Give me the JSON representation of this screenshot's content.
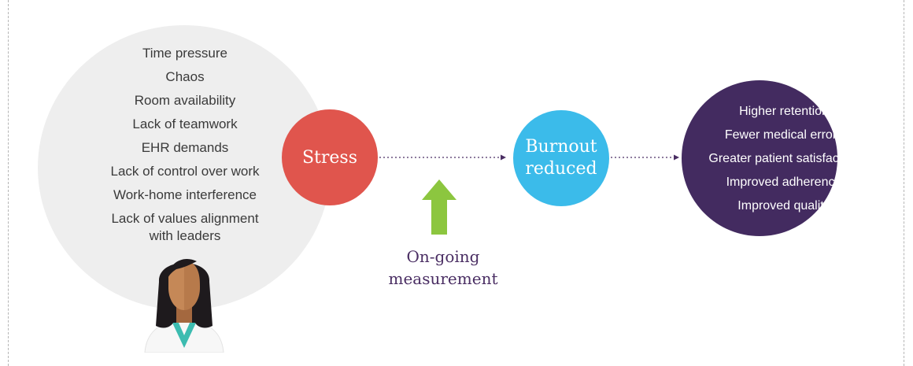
{
  "stressors": [
    "Time pressure",
    "Chaos",
    "Room availability",
    "Lack of teamwork",
    "EHR demands",
    "Lack of control over work",
    "Work-home interference"
  ],
  "stressor_last": [
    "Lack of values alignment",
    "with leaders"
  ],
  "stress_label": "Stress",
  "burnout_label": [
    "Burnout",
    "reduced"
  ],
  "measurement_label": [
    "On-going",
    "measurement"
  ],
  "outcomes": [
    "Higher retention",
    "Fewer medical errors",
    "Greater patient satisfaction",
    "Improved adherence",
    "Improved quality"
  ],
  "colors": {
    "stress": "#e0554d",
    "burnout": "#3bbbea",
    "outcomes": "#432b60",
    "arrow": "#8cc63f",
    "connector": "#4a2e63",
    "stressor_bg": "#eeeeee"
  },
  "icons": {
    "doctor": "doctor-avatar-icon",
    "up_arrow": "up-arrow-icon"
  }
}
